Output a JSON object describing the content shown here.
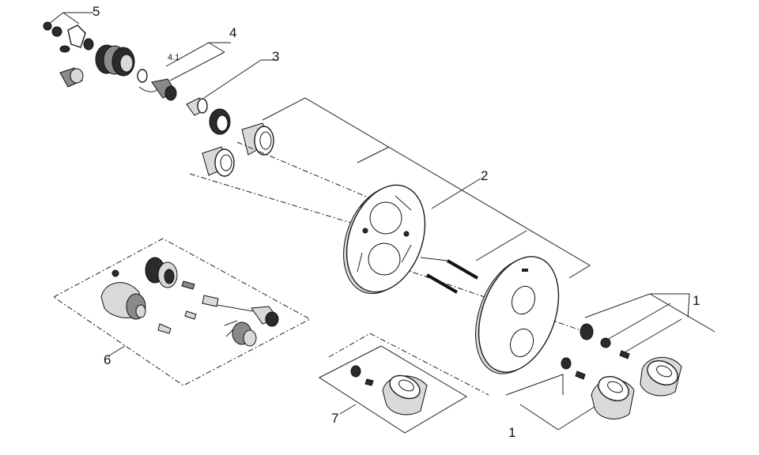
{
  "callouts": {
    "c1a": "1",
    "c1b": "1",
    "c2": "2",
    "c3": "3",
    "c4": "4",
    "c4_1": "4.1",
    "c5": "5",
    "c6": "6",
    "c7": "7"
  },
  "colors": {
    "line": "#222222",
    "dark_part": "#2b2b2b",
    "mid_part": "#8a8a8a",
    "light_part": "#d9d9d9"
  }
}
